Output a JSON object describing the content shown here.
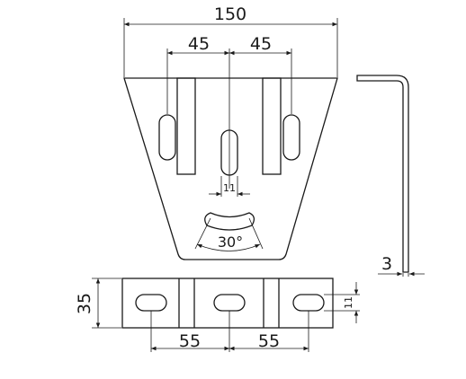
{
  "dimensions": {
    "top_width": "150",
    "slot_spacing_left": "45",
    "slot_spacing_right": "45",
    "slot_width_front": "11",
    "arc_angle": "30°",
    "side_thickness": "3",
    "base_height": "35",
    "base_spacing_left": "55",
    "base_spacing_right": "55",
    "slot_width_base": "11"
  }
}
